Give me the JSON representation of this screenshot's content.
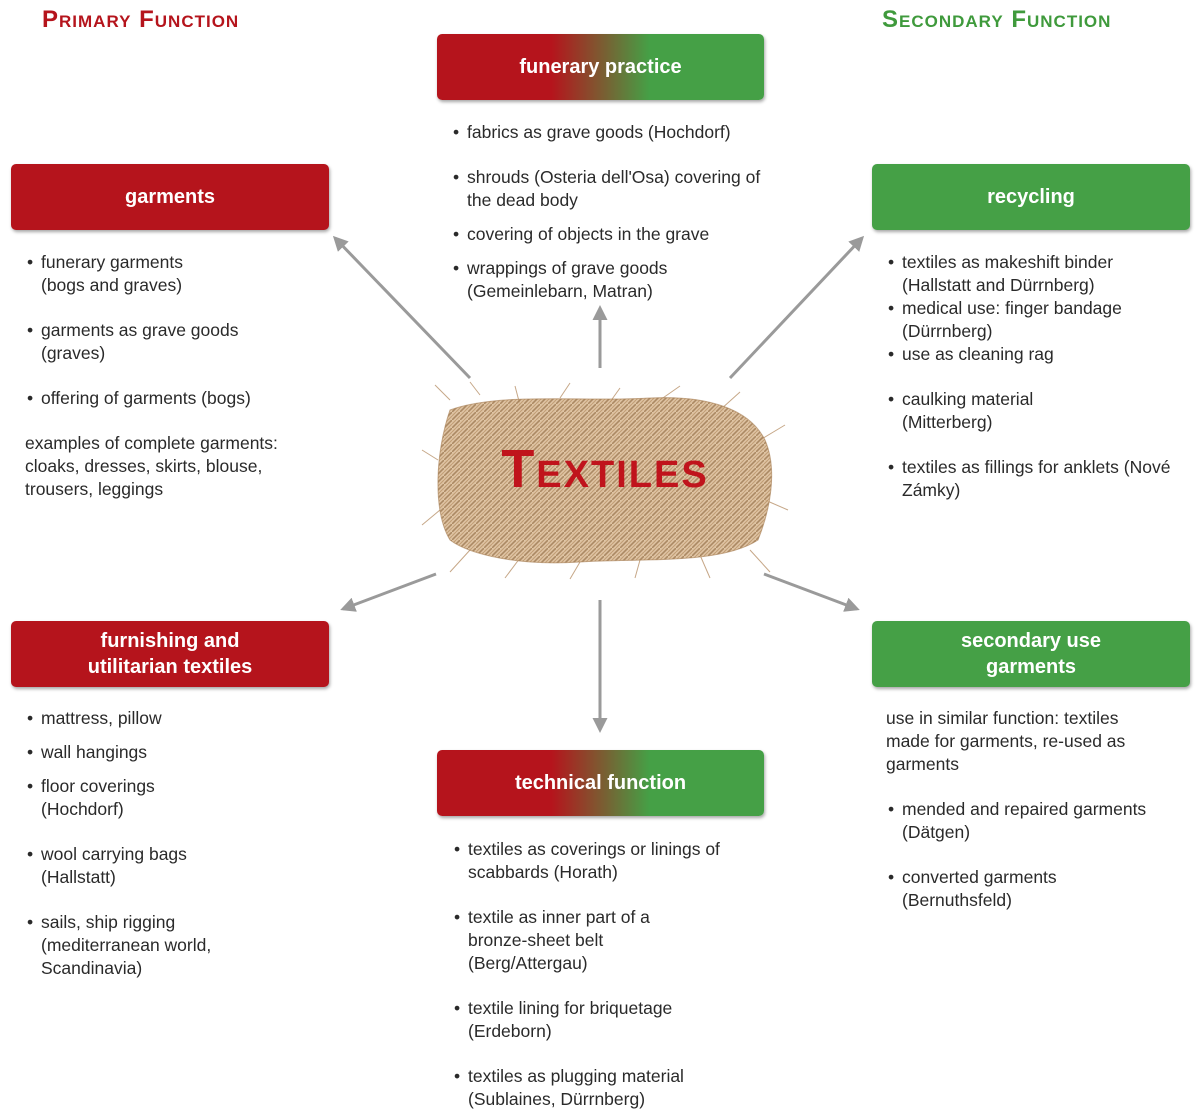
{
  "headings": {
    "primary": "Primary Function",
    "secondary": "Secondary Function"
  },
  "center": {
    "title": "Textiles"
  },
  "boxes": {
    "funerary": "funerary practice",
    "garments": "garments",
    "recycling": "recycling",
    "furnishing": "furnishing and utilitarian textiles",
    "secondary_use": "secondary use garments",
    "technical": "technical function"
  },
  "lists": {
    "funerary": [
      "fabrics as grave goods (Hochdorf)",
      "shrouds (Osteria dell'Osa) covering of the dead body",
      "covering of objects in the grave",
      "wrappings of grave goods (Gemeinlebarn, Matran)"
    ],
    "garments": [
      "funerary garments (bogs and graves)",
      "garments as grave goods (graves)",
      "offering of garments (bogs)"
    ],
    "garments_note": "examples of complete garments: cloaks, dresses, skirts, blouse, trousers, leggings",
    "recycling": [
      "textiles as makeshift binder (Hallstatt and Dürrnberg)",
      "medical use: finger bandage (Dürrnberg)",
      "use as cleaning rag",
      "caulking material (Mitterberg)",
      "textiles as fillings for anklets (Nové Zámky)"
    ],
    "furnishing": [
      "mattress, pillow",
      "wall hangings",
      "floor coverings (Hochdorf)",
      "wool carrying bags (Hallstatt)",
      "sails, ship rigging (mediterranean world, Scandinavia)"
    ],
    "secondary_use_note": "use in similar function: textiles made for garments, re-used as garments",
    "secondary_use": [
      "mended and repaired garments (Dätgen)",
      "converted garments (Bernuthsfeld)"
    ],
    "technical": [
      "textiles as coverings or linings of scabbards (Horath)",
      "textile as inner part of a bronze-sheet belt (Berg/Attergau)",
      "textile lining for briquetage (Erdeborn)",
      "textiles as plugging material (Sublaines, Dürrnberg)"
    ]
  },
  "colors": {
    "primary": "#b5141c",
    "secondary": "#45a046",
    "arrow": "#9a9a9a",
    "fabric": "#c9a57e"
  }
}
